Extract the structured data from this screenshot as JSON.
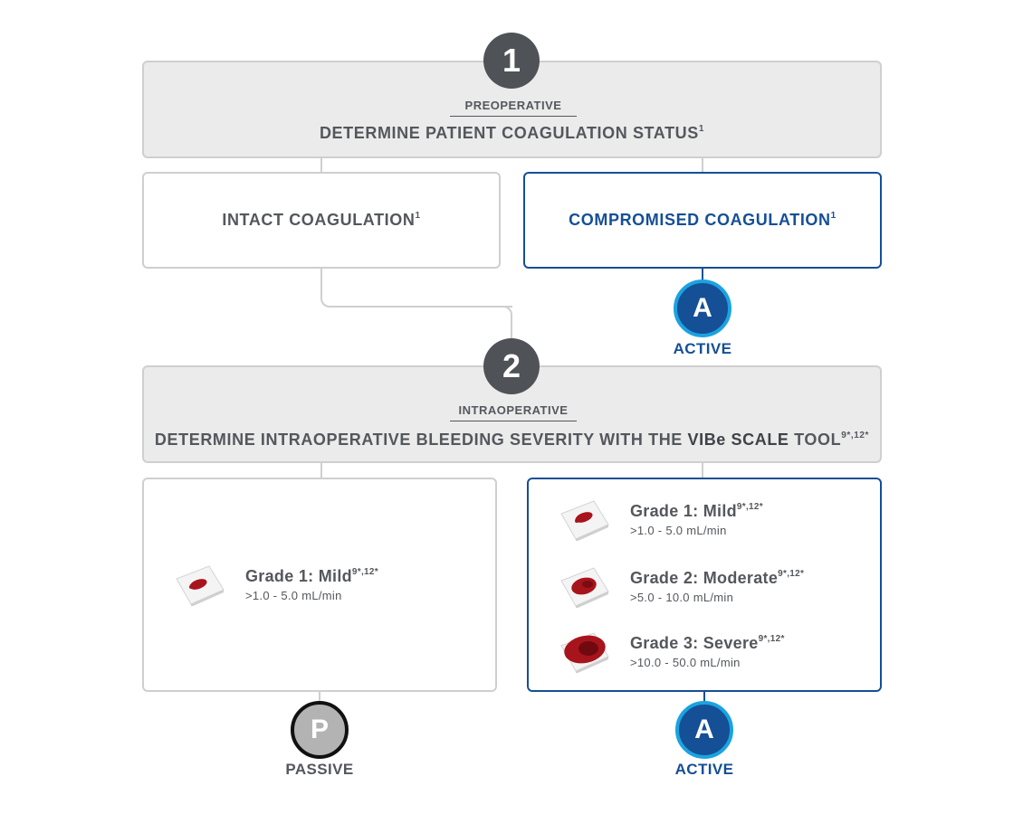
{
  "step1": {
    "number": "1",
    "label": "PREOPERATIVE",
    "title": "DETERMINE PATIENT COAGULATION STATUS",
    "title_sup": "1"
  },
  "intact": {
    "title": "INTACT COAGULATION",
    "sup": "1"
  },
  "compromised": {
    "title": "COMPROMISED COAGULATION",
    "sup": "1"
  },
  "badge_active_top": {
    "letter": "A",
    "caption": "ACTIVE"
  },
  "step2": {
    "number": "2",
    "label": "INTRAOPERATIVE",
    "title_part1": "DETERMINE INTRAOPERATIVE BLEEDING SEVERITY WITH THE ",
    "title_bold": "VIBe SCALE",
    "title_part2": " TOOL",
    "title_sup": "9*,12*"
  },
  "passive_box": {
    "grades": [
      {
        "name": "Grade 1: Mild",
        "sup": "9*,12*",
        "rate": ">1.0 - 5.0 mL/min"
      }
    ]
  },
  "active_box": {
    "grades": [
      {
        "name": "Grade 1: Mild",
        "sup": "9*,12*",
        "rate": ">1.0 - 5.0 mL/min"
      },
      {
        "name": "Grade 2: Moderate",
        "sup": "9*,12*",
        "rate": ">5.0 - 10.0 mL/min"
      },
      {
        "name": "Grade 3: Severe",
        "sup": "9*,12*",
        "rate": ">10.0 - 50.0 mL/min"
      }
    ]
  },
  "badge_passive": {
    "letter": "P",
    "caption": "PASSIVE"
  },
  "badge_active_bottom": {
    "letter": "A",
    "caption": "ACTIVE"
  },
  "colors": {
    "text_gray": "#54575c",
    "circle_gray": "#4f5257",
    "brand_blue": "#154f96",
    "ring_blue": "#1aa3e0",
    "box_gray": "#ebebeb",
    "border_gray": "#cfcfcf",
    "blood_red": "#a8141c"
  }
}
